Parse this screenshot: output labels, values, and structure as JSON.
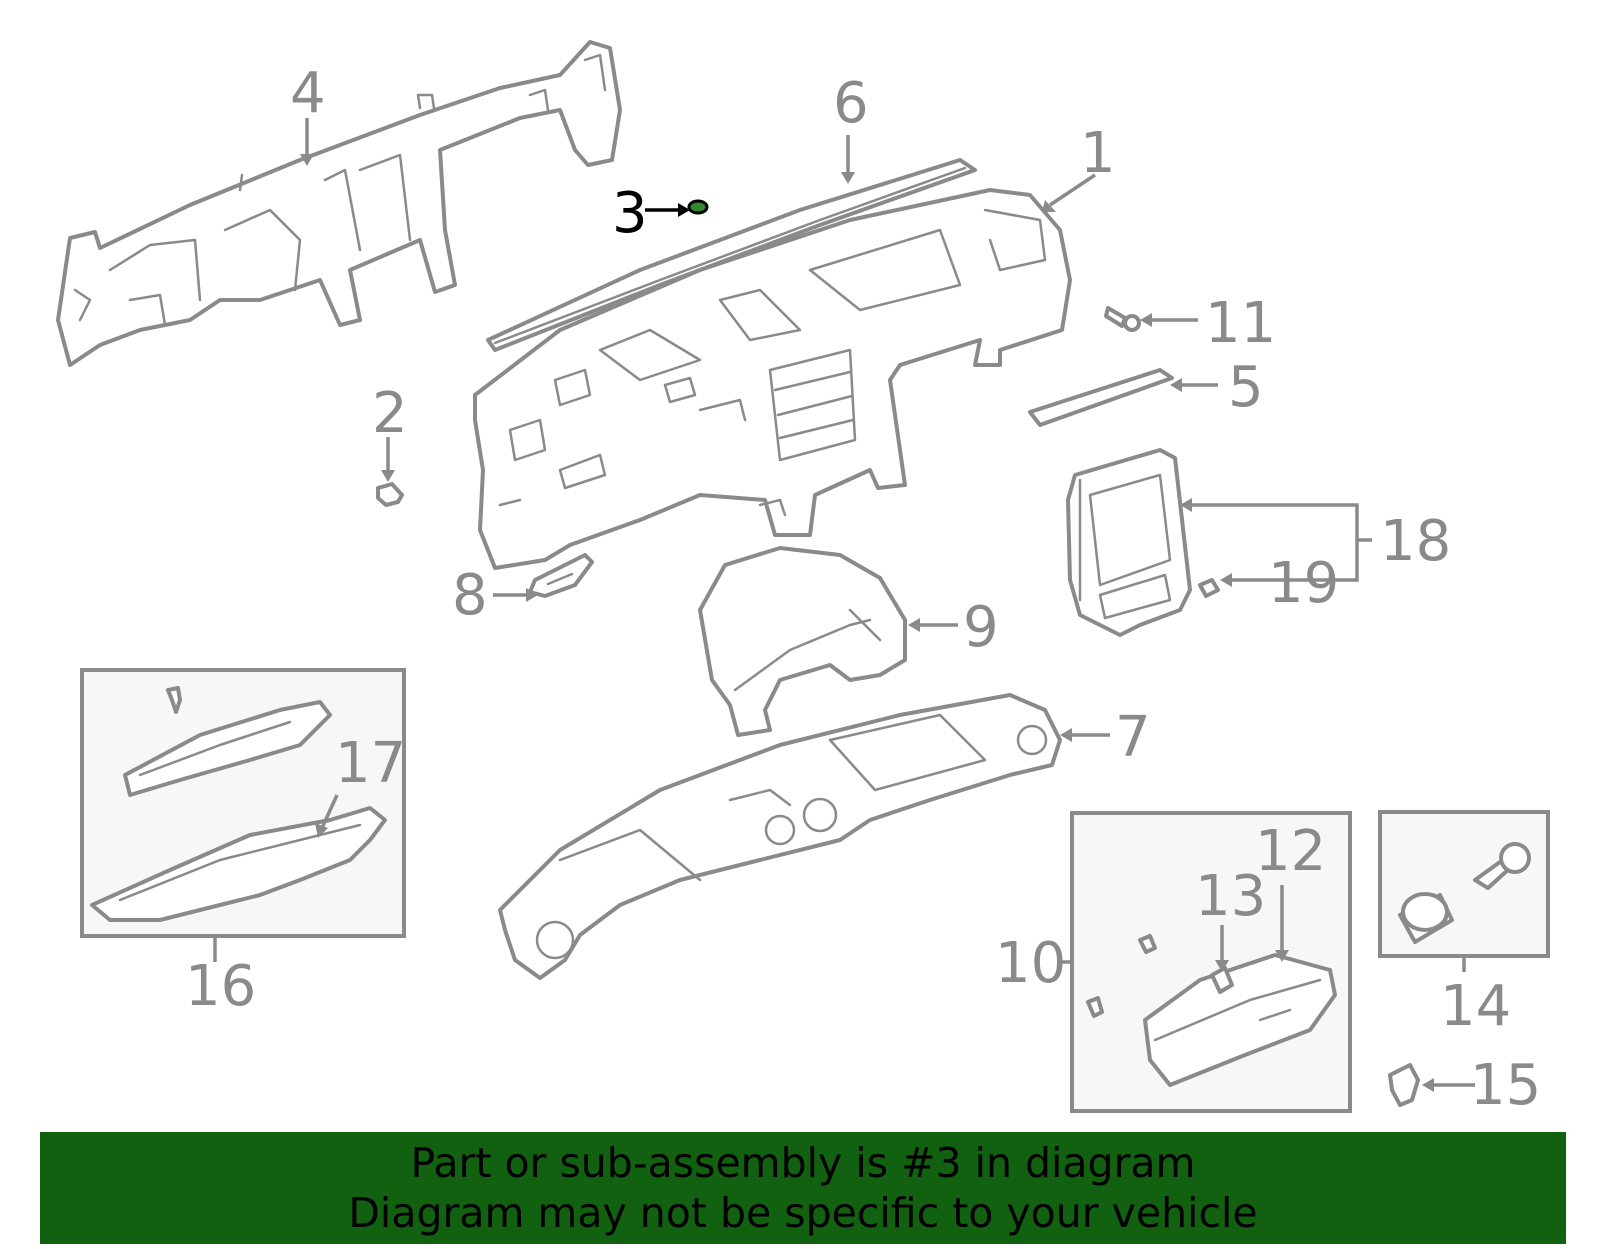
{
  "callouts": {
    "c1": "1",
    "c2": "2",
    "c3": "3",
    "c4": "4",
    "c5": "5",
    "c6": "6",
    "c7": "7",
    "c8": "8",
    "c9": "9",
    "c10": "10",
    "c11": "11",
    "c12": "12",
    "c13": "13",
    "c14": "14",
    "c15": "15",
    "c16": "16",
    "c17": "17",
    "c18": "18",
    "c19": "19"
  },
  "highlight": {
    "part_number": "3",
    "color": "#2f8a2f"
  },
  "banner": {
    "line1": "Part or sub-assembly is #3 in diagram",
    "line2": "Diagram may not be specific to your vehicle",
    "background": "#116111"
  },
  "colors": {
    "line": "#8a8a8a",
    "highlight_text": "#000000"
  }
}
